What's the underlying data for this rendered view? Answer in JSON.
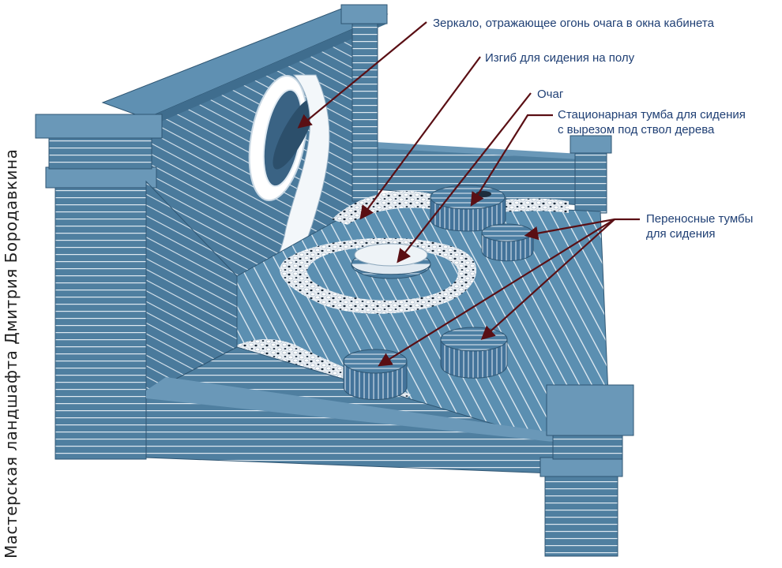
{
  "credit": "Мастерская ландшафта Дмитрия Бородавкина",
  "annotations": {
    "mirror": "Зеркало, отражающее огонь очага в окна кабинета",
    "floor_bend": "Изгиб для сидения на полу",
    "hearth": "Очаг",
    "fixed_seat_line1": "Стационарная тумба для сидения",
    "fixed_seat_line2": "с вырезом под ствол дерева",
    "portable_seats_line1": "Переносные тумбы",
    "portable_seats_line2": "для сидения"
  },
  "colors": {
    "wall": "#4f7fa0",
    "wall_dark": "#3b6585",
    "deck": "#5b8fb1",
    "stripe": "#e6eef5",
    "arrow": "#5a0f14",
    "text": "#1f3f74"
  }
}
